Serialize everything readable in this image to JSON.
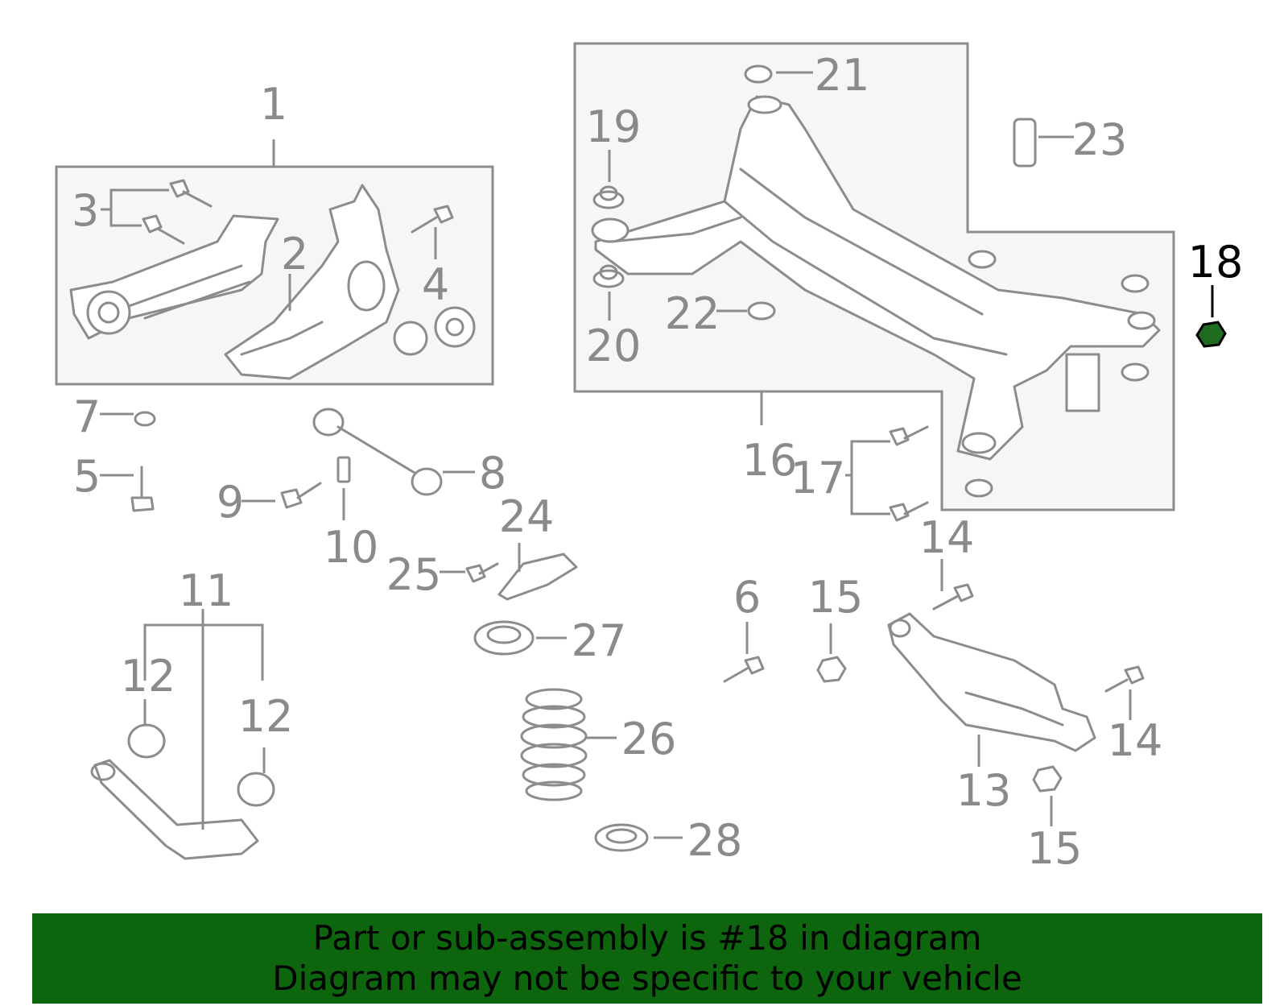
{
  "callouts": {
    "c1": "1",
    "c2": "2",
    "c3": "3",
    "c4": "4",
    "c5": "5",
    "c6": "6",
    "c7": "7",
    "c8": "8",
    "c9": "9",
    "c10": "10",
    "c11": "11",
    "c12a": "12",
    "c12b": "12",
    "c13": "13",
    "c14a": "14",
    "c14b": "14",
    "c15a": "15",
    "c15b": "15",
    "c16": "16",
    "c17": "17",
    "c18": "18",
    "c19": "19",
    "c20": "20",
    "c21": "21",
    "c22": "22",
    "c23": "23",
    "c24": "24",
    "c25": "25",
    "c26": "26",
    "c27": "27",
    "c28": "28"
  },
  "highlight": {
    "part_number": "18",
    "color": "#1f6b1f"
  },
  "banner": {
    "line1": "Part or sub-assembly is #18 in diagram",
    "line2": "Diagram may not be specific to your vehicle",
    "background": "#0d660d"
  }
}
